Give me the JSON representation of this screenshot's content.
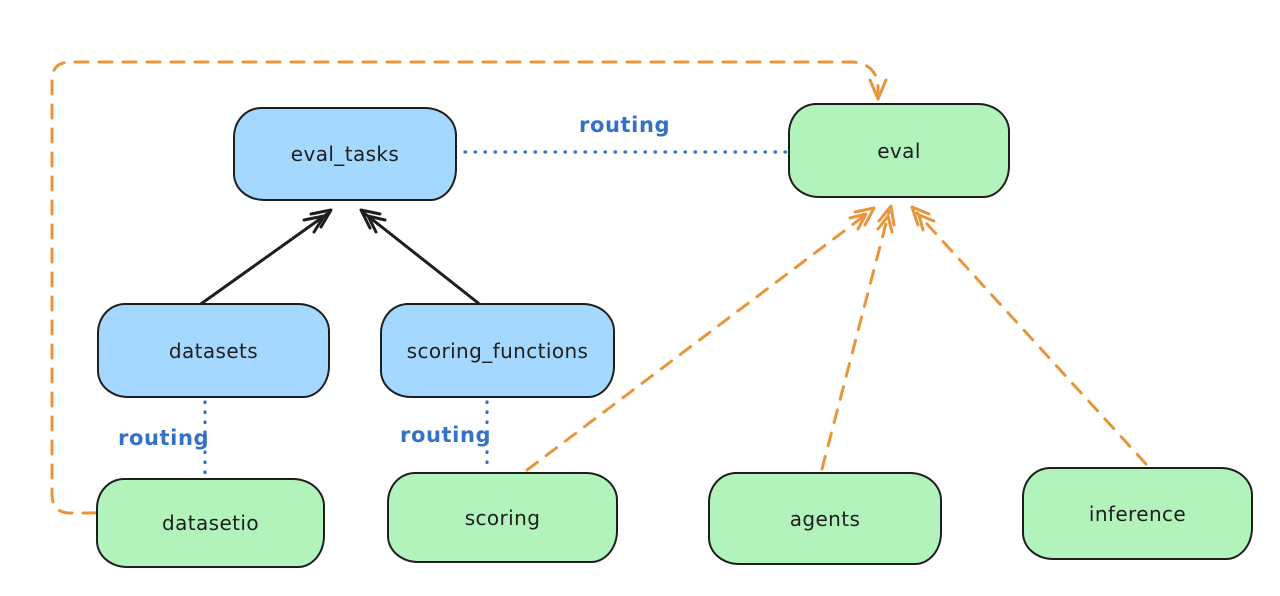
{
  "diagram": {
    "type": "architecture-routing-diagram",
    "background": "#ffffff"
  },
  "nodes": [
    {
      "id": "eval_tasks",
      "label": "eval_tasks",
      "fill": "blue"
    },
    {
      "id": "eval",
      "label": "eval",
      "fill": "green"
    },
    {
      "id": "datasets",
      "label": "datasets",
      "fill": "blue"
    },
    {
      "id": "scoring_functions",
      "label": "scoring_functions",
      "fill": "blue"
    },
    {
      "id": "datasetio",
      "label": "datasetio",
      "fill": "green"
    },
    {
      "id": "scoring",
      "label": "scoring",
      "fill": "green"
    },
    {
      "id": "agents",
      "label": "agents",
      "fill": "green"
    },
    {
      "id": "inference",
      "label": "inference",
      "fill": "green"
    }
  ],
  "edges": [
    {
      "from": "datasets",
      "to": "eval_tasks",
      "style": "solid",
      "color": "black",
      "arrow": true,
      "label": ""
    },
    {
      "from": "scoring_functions",
      "to": "eval_tasks",
      "style": "solid",
      "color": "black",
      "arrow": true,
      "label": ""
    },
    {
      "from": "eval_tasks",
      "to": "eval",
      "style": "dotted",
      "color": "blue",
      "arrow": false,
      "label": "routing"
    },
    {
      "from": "datasets",
      "to": "datasetio",
      "style": "dotted",
      "color": "blue",
      "arrow": false,
      "label": "routing"
    },
    {
      "from": "scoring_functions",
      "to": "scoring",
      "style": "dotted",
      "color": "blue",
      "arrow": false,
      "label": "routing"
    },
    {
      "from": "datasetio",
      "to": "eval",
      "style": "dashed",
      "color": "orange",
      "arrow": true,
      "label": ""
    },
    {
      "from": "scoring",
      "to": "eval",
      "style": "dashed",
      "color": "orange",
      "arrow": true,
      "label": ""
    },
    {
      "from": "agents",
      "to": "eval",
      "style": "dashed",
      "color": "orange",
      "arrow": true,
      "label": ""
    },
    {
      "from": "inference",
      "to": "eval",
      "style": "dashed",
      "color": "orange",
      "arrow": true,
      "label": ""
    }
  ],
  "colors": {
    "node_blue_fill": "#a5d8ff",
    "node_green_fill": "#b2f2bb",
    "node_border": "#1e1e1e",
    "solid_edge": "#1e1e1e",
    "dotted_edge_blue": "#3372c6",
    "dashed_edge_orange": "#e8963c",
    "label_blue": "#3372c6",
    "background": "#ffffff"
  }
}
